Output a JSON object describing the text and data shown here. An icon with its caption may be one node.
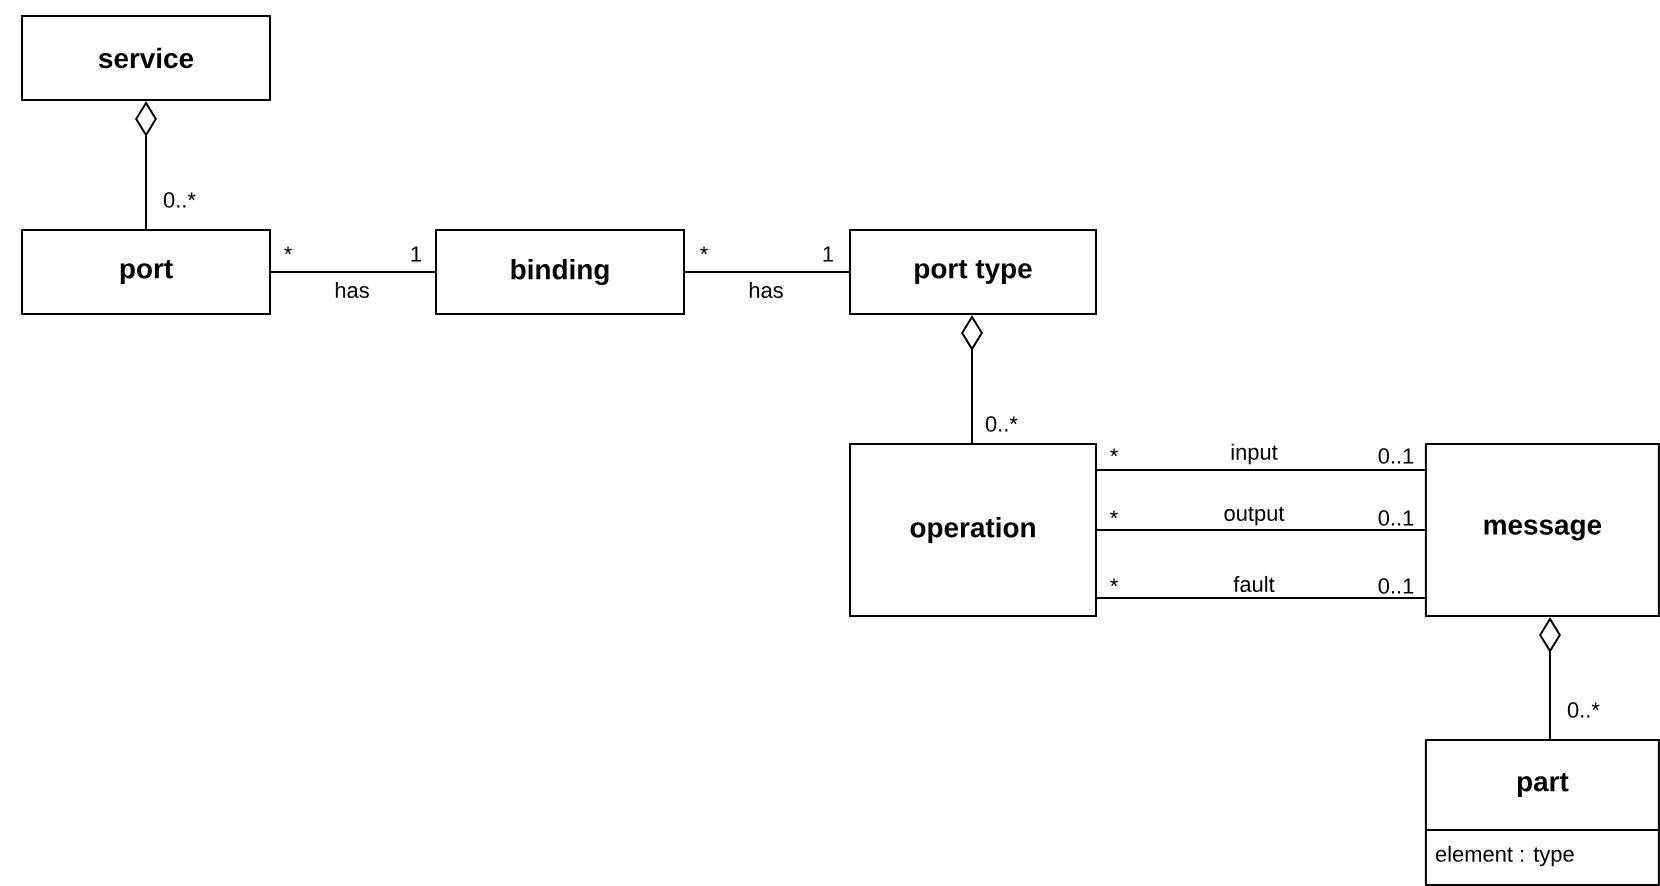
{
  "diagram": {
    "nodes": [
      {
        "text": [
          "service"
        ]
      },
      {
        "text": [
          "port"
        ]
      },
      {
        "text": [
          "binding"
        ]
      },
      {
        "text": [
          "port type"
        ]
      },
      {
        "text": [
          "operation"
        ]
      },
      {
        "text": [
          "message"
        ]
      },
      {
        "text": [
          "part",
          "element : type"
        ]
      }
    ],
    "edges": [
      {
        "from": 1,
        "to": 0,
        "arrow": "other"
      },
      {
        "from": 1,
        "to": 2,
        "arrow": "none",
        "label": "has"
      },
      {
        "from": 2,
        "to": 3,
        "arrow": "none",
        "label": "has"
      },
      {
        "from": 4,
        "to": 3,
        "arrow": "other"
      },
      {
        "from": 4,
        "to": 5,
        "arrow": "none",
        "label": "input"
      },
      {
        "from": 4,
        "to": 5,
        "arrow": "none",
        "label": "output"
      },
      {
        "from": 4,
        "to": 5,
        "arrow": "none",
        "label": "fault"
      },
      {
        "from": 6,
        "to": 5,
        "arrow": "other"
      }
    ],
    "labels": [
      "0..*",
      "*",
      "1",
      "*",
      "1",
      "0..*",
      "*",
      "0..1",
      "*",
      "0..1",
      "*",
      "0..1",
      "0..*"
    ]
  }
}
